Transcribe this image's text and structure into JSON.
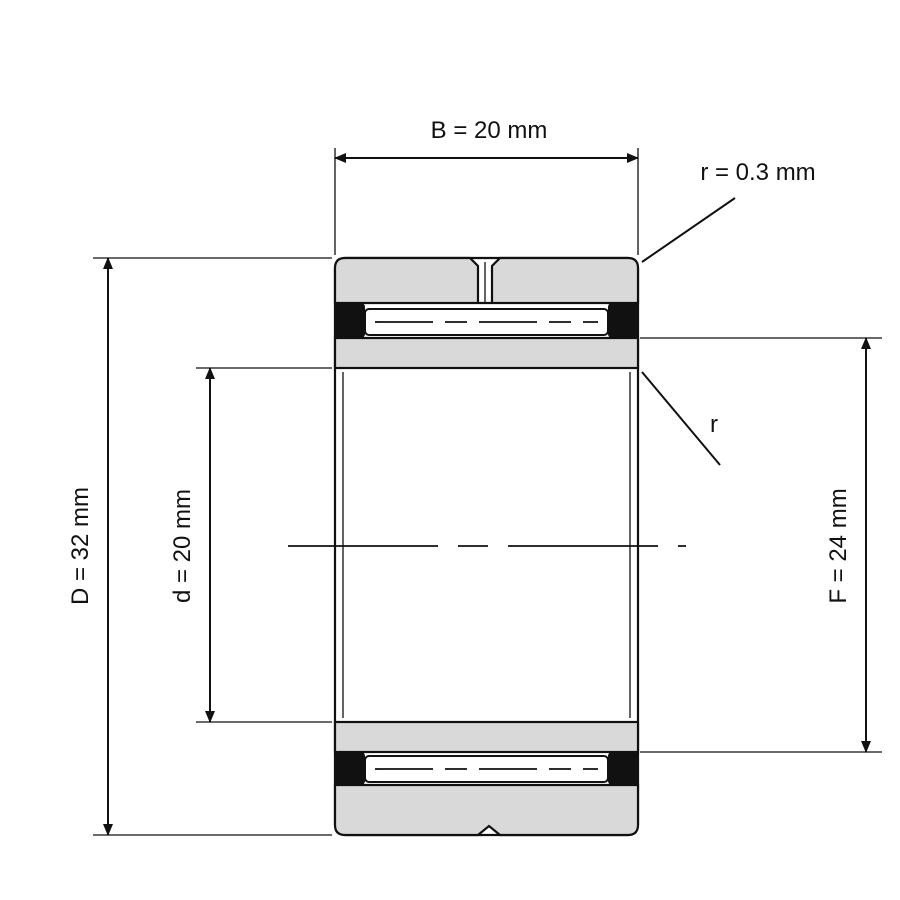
{
  "labels": {
    "width_B": "B = 20 mm",
    "radius_r_outer": "r = 0.3 mm",
    "radius_r_inner": "r",
    "outer_diameter_D": "D = 32 mm",
    "bore_diameter_d": "d = 20 mm",
    "raceway_diameter_F": "F = 24 mm"
  },
  "colors": {
    "ring_fill": "#d9d9d9",
    "line": "#111111",
    "background": "#ffffff"
  }
}
